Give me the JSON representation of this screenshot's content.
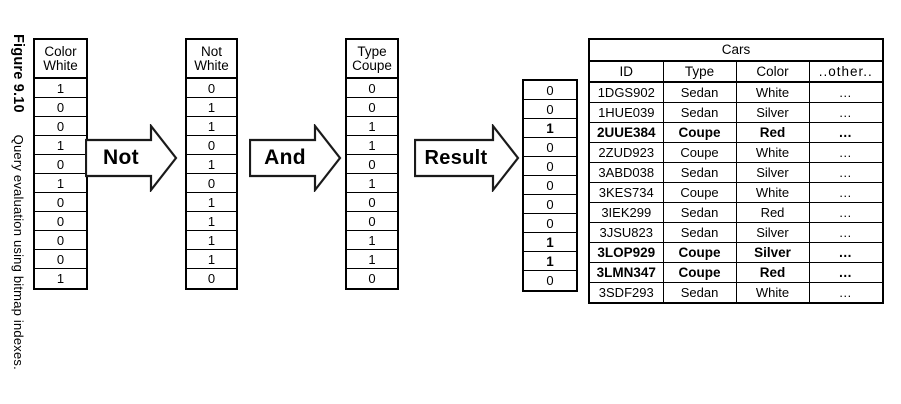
{
  "figure": {
    "number": "Figure 9.10",
    "caption": "Query evaluation using bitmap indexes."
  },
  "bitmap_columns": [
    {
      "id": "color-white",
      "header_line1": "Color",
      "header_line2": "White",
      "values": [
        "1",
        "0",
        "0",
        "1",
        "0",
        "1",
        "0",
        "0",
        "0",
        "0",
        "1"
      ],
      "highlighted": [
        false,
        false,
        false,
        false,
        false,
        false,
        false,
        false,
        false,
        false,
        false
      ]
    },
    {
      "id": "not-white",
      "header_line1": "Not",
      "header_line2": "White",
      "values": [
        "0",
        "1",
        "1",
        "0",
        "1",
        "0",
        "1",
        "1",
        "1",
        "1",
        "0"
      ],
      "highlighted": [
        false,
        false,
        false,
        false,
        false,
        false,
        false,
        false,
        false,
        false,
        false
      ]
    },
    {
      "id": "type-coupe",
      "header_line1": "Type",
      "header_line2": "Coupe",
      "values": [
        "0",
        "0",
        "1",
        "1",
        "0",
        "1",
        "0",
        "0",
        "1",
        "1",
        "0"
      ],
      "highlighted": [
        false,
        false,
        false,
        false,
        false,
        false,
        false,
        false,
        false,
        false,
        false
      ]
    },
    {
      "id": "result",
      "header_line1": "",
      "header_line2": "",
      "values": [
        "0",
        "0",
        "1",
        "0",
        "0",
        "0",
        "0",
        "0",
        "1",
        "1",
        "0"
      ],
      "highlighted": [
        false,
        false,
        true,
        false,
        false,
        false,
        false,
        false,
        true,
        true,
        false
      ]
    }
  ],
  "arrows": [
    {
      "id": "not",
      "label": "Not"
    },
    {
      "id": "and",
      "label": "And"
    },
    {
      "id": "result",
      "label": "Result"
    }
  ],
  "cars_table": {
    "title": "Cars",
    "columns": [
      "ID",
      "Type",
      "Color",
      "..other.."
    ],
    "rows": [
      {
        "id": "1DGS902",
        "type": "Sedan",
        "color": "White",
        "other": "…",
        "highlighted": false
      },
      {
        "id": "1HUE039",
        "type": "Sedan",
        "color": "Silver",
        "other": "…",
        "highlighted": false
      },
      {
        "id": "2UUE384",
        "type": "Coupe",
        "color": "Red",
        "other": "…",
        "highlighted": true
      },
      {
        "id": "2ZUD923",
        "type": "Coupe",
        "color": "White",
        "other": "…",
        "highlighted": false
      },
      {
        "id": "3ABD038",
        "type": "Sedan",
        "color": "Silver",
        "other": "…",
        "highlighted": false
      },
      {
        "id": "3KES734",
        "type": "Coupe",
        "color": "White",
        "other": "…",
        "highlighted": false
      },
      {
        "id": "3IEK299",
        "type": "Sedan",
        "color": "Red",
        "other": "…",
        "highlighted": false
      },
      {
        "id": "3JSU823",
        "type": "Sedan",
        "color": "Silver",
        "other": "…",
        "highlighted": false
      },
      {
        "id": "3LOP929",
        "type": "Coupe",
        "color": "Silver",
        "other": "…",
        "highlighted": true
      },
      {
        "id": "3LMN347",
        "type": "Coupe",
        "color": "Red",
        "other": "…",
        "highlighted": true
      },
      {
        "id": "3SDF293",
        "type": "Sedan",
        "color": "White",
        "other": "…",
        "highlighted": false
      }
    ]
  },
  "colors": {
    "ink": "#000000",
    "paper": "#ffffff"
  }
}
